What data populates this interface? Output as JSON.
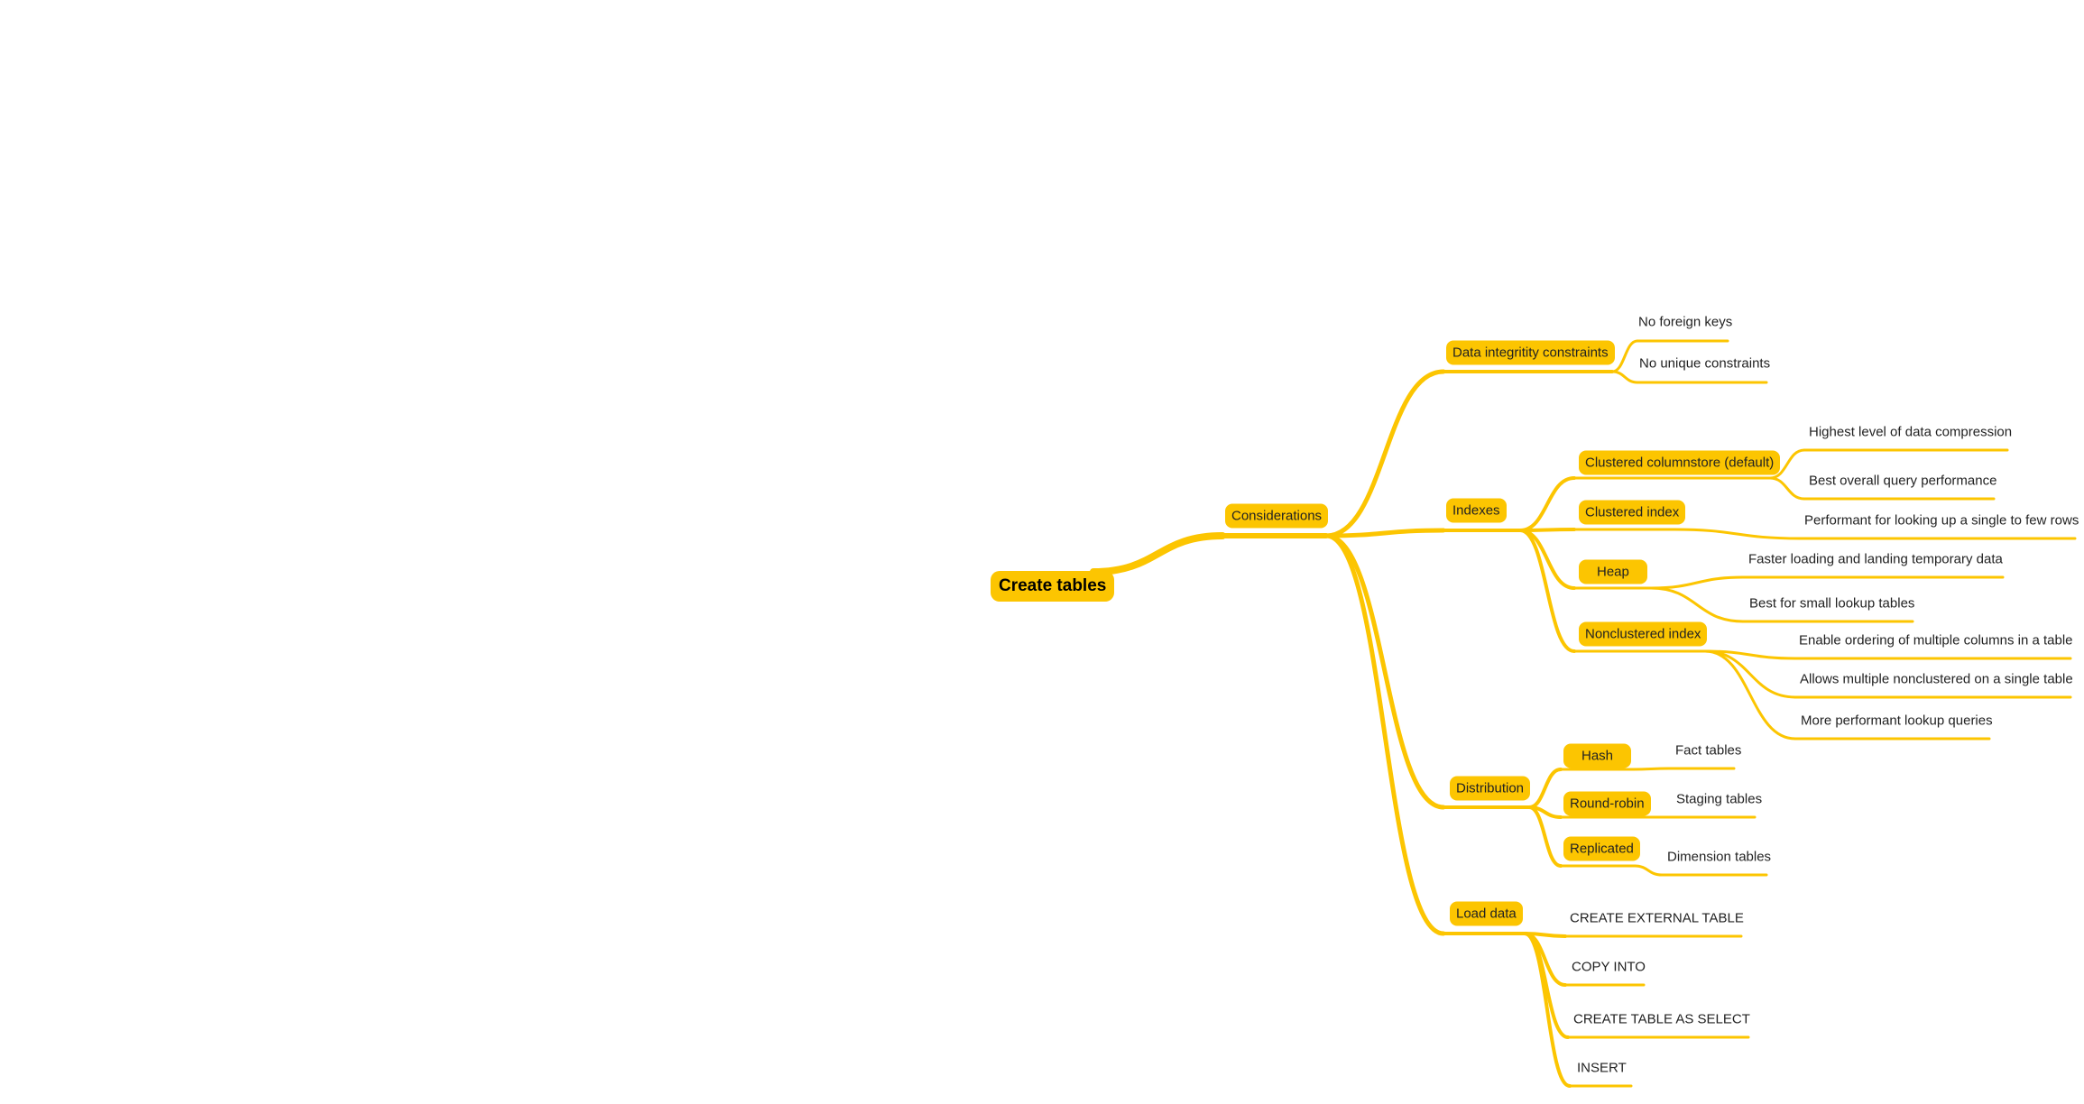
{
  "root": {
    "label": "Create tables"
  },
  "considerations": {
    "label": "Considerations",
    "data_integrity": {
      "label": "Data integritity constraints",
      "items": [
        "No foreign keys",
        "No unique constraints"
      ]
    },
    "indexes": {
      "label": "Indexes",
      "clustered_columnstore": {
        "label": "Clustered columnstore (default)",
        "items": [
          "Highest level of data compression",
          "Best overall query performance"
        ]
      },
      "clustered_index": {
        "label": "Clustered index",
        "items": [
          "Performant for looking up a single to few rows"
        ]
      },
      "heap": {
        "label": "Heap",
        "items": [
          "Faster loading and landing temporary data",
          "Best for small lookup tables"
        ]
      },
      "nonclustered_index": {
        "label": "Nonclustered index",
        "items": [
          "Enable ordering of multiple columns in a table",
          "Allows multiple nonclustered on a single table",
          "More performant lookup queries"
        ]
      }
    },
    "distribution": {
      "label": "Distribution",
      "hash": {
        "label": "Hash",
        "items": [
          "Fact tables"
        ]
      },
      "round_robin": {
        "label": "Round-robin",
        "items": [
          "Staging tables"
        ]
      },
      "replicated": {
        "label": "Replicated",
        "items": [
          "Dimension tables"
        ]
      }
    },
    "load_data": {
      "label": "Load data",
      "items": [
        "CREATE EXTERNAL TABLE",
        "COPY INTO",
        "CREATE TABLE AS SELECT",
        "INSERT"
      ]
    }
  },
  "colors": {
    "branch": "#fcc501",
    "text": "#222222"
  }
}
